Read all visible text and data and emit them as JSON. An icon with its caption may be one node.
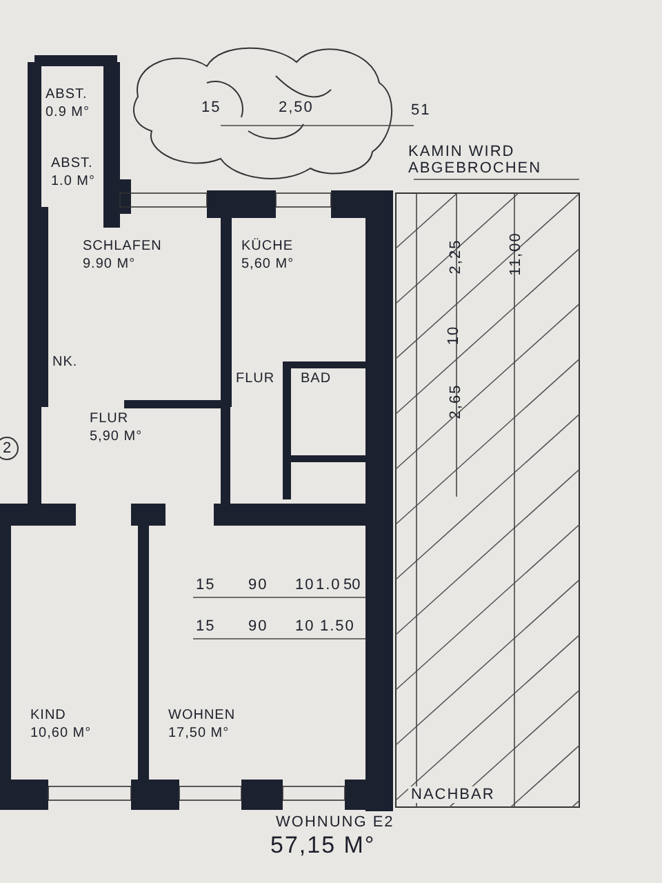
{
  "diagram": {
    "nodes": [
      {
        "text": [
          "ABST.",
          "0.9 M°"
        ]
      },
      {
        "text": [
          "ABST.",
          "1.0 M°"
        ]
      },
      {
        "text": [
          "SCHLAFEN",
          "9.90 M°"
        ]
      },
      {
        "text": [
          "KÜCHE",
          "5,60 M°"
        ]
      },
      {
        "text": [
          "NK."
        ]
      },
      {
        "text": [
          "FLUR",
          "5,90 M°"
        ]
      },
      {
        "text": [
          "FLUR"
        ]
      },
      {
        "text": [
          "BAD"
        ]
      },
      {
        "text": [
          "KIND",
          "10,60 M°"
        ]
      },
      {
        "text": [
          "WOHNEN",
          "17,50 M°"
        ]
      }
    ],
    "labels": [
      "15",
      "2,50",
      "51",
      "KAMIN WIRD ABGEBROCHEN",
      "2,25",
      "11,00",
      "10",
      "2,65",
      "2",
      "15",
      "90",
      "10",
      "1.0",
      "50",
      "15",
      "90",
      "10",
      "1.50",
      "NACHBAR",
      "WOHNUNG E2",
      "57,15 M°"
    ]
  }
}
